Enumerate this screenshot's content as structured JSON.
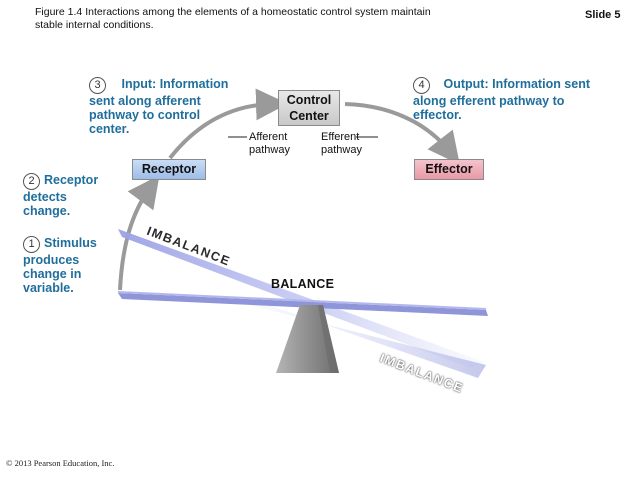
{
  "caption": "Figure 1.4  Interactions among the elements of a homeostatic control system maintain stable internal conditions.",
  "slide_label": "Slide 5",
  "copyright": "© 2013 Pearson Education, Inc.",
  "steps": [
    {
      "num": "1",
      "title": "Stimulus",
      "text": "produces change in variable."
    },
    {
      "num": "2",
      "title": "Receptor",
      "text": "detects change."
    },
    {
      "num": "3",
      "title": "Input:",
      "text": "Information sent along afferent pathway to control center."
    },
    {
      "num": "4",
      "title": "Output:",
      "text": "Information sent along efferent pathway to effector."
    }
  ],
  "boxes": {
    "receptor": "Receptor",
    "control_center_line1": "Control",
    "control_center_line2": "Center",
    "effector": "Effector"
  },
  "pathways": {
    "afferent_line1": "Afferent",
    "afferent_line2": "pathway",
    "efferent_line1": "Efferent",
    "efferent_line2": "pathway"
  },
  "seesaw": {
    "balance": "BALANCE",
    "imbalance_top": "IMBALANCE",
    "imbalance_bottom": "IMBALANCE"
  },
  "colors": {
    "step_text": "#1f6e9c",
    "receptor_fill": "#a9c7ec",
    "effector_fill": "#eba3b0",
    "control_fill": "#d6d6d6",
    "beam": "#8e95d8",
    "arrow": "#9a9a9a"
  }
}
